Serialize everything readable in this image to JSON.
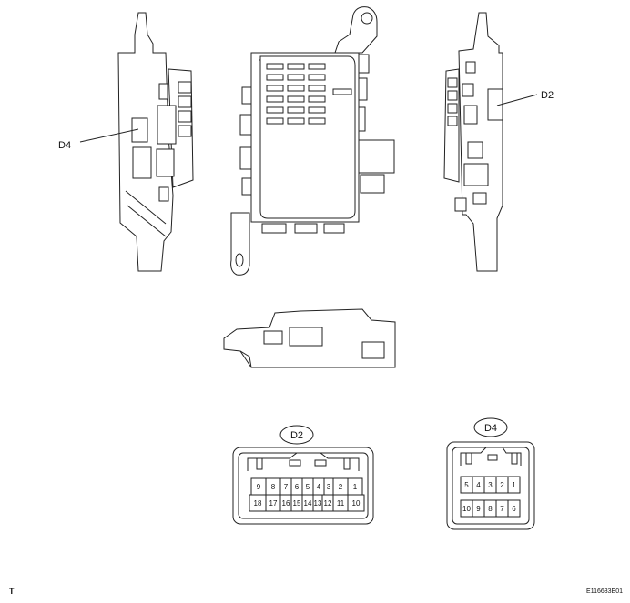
{
  "callouts": {
    "left_view": "D4",
    "right_view": "D2"
  },
  "connector_d2": {
    "label": "D2",
    "top_row": [
      "9",
      "8",
      "7",
      "6",
      "5",
      "4",
      "3",
      "2",
      "1"
    ],
    "bottom_row": [
      "18",
      "17",
      "16",
      "15",
      "14",
      "13",
      "12",
      "11",
      "10"
    ]
  },
  "connector_d4": {
    "label": "D4",
    "top_row": [
      "5",
      "4",
      "3",
      "2",
      "1"
    ],
    "bottom_row": [
      "10",
      "9",
      "8",
      "7",
      "6"
    ]
  },
  "footer": {
    "left_mark": "T",
    "figure_code": "E116633E01"
  }
}
